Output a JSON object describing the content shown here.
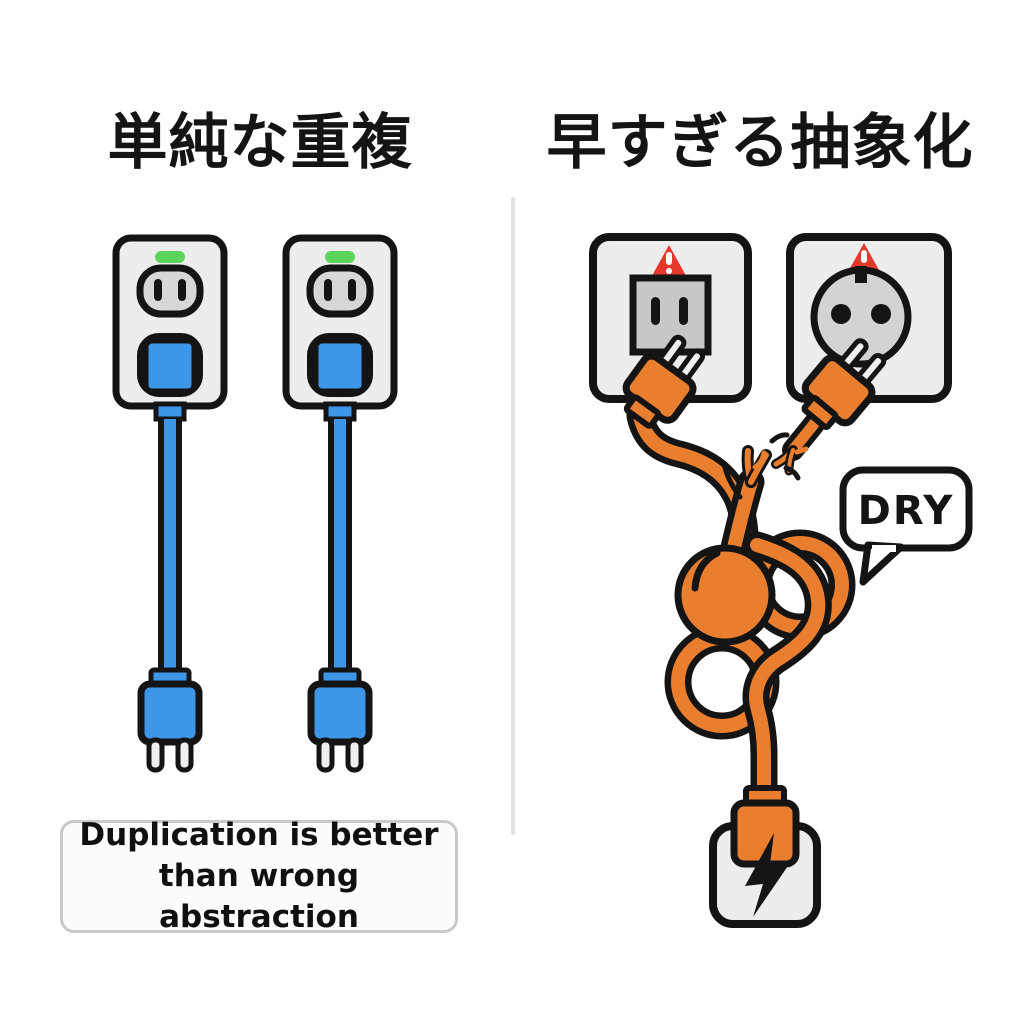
{
  "left_panel": {
    "title": "単純な重複",
    "caption": {
      "line1": "Duplication is better",
      "line2": "than wrong abstraction"
    }
  },
  "right_panel": {
    "title": "早すぎる抽象化",
    "bubble_label": "DRY"
  },
  "colors": {
    "blue": "#3E96E8",
    "orange": "#EA7E2F",
    "green": "#5AD55A",
    "red": "#E6392E",
    "plate": "#EDEDED",
    "outline": "#141414",
    "divider": "#E2E2E2"
  }
}
